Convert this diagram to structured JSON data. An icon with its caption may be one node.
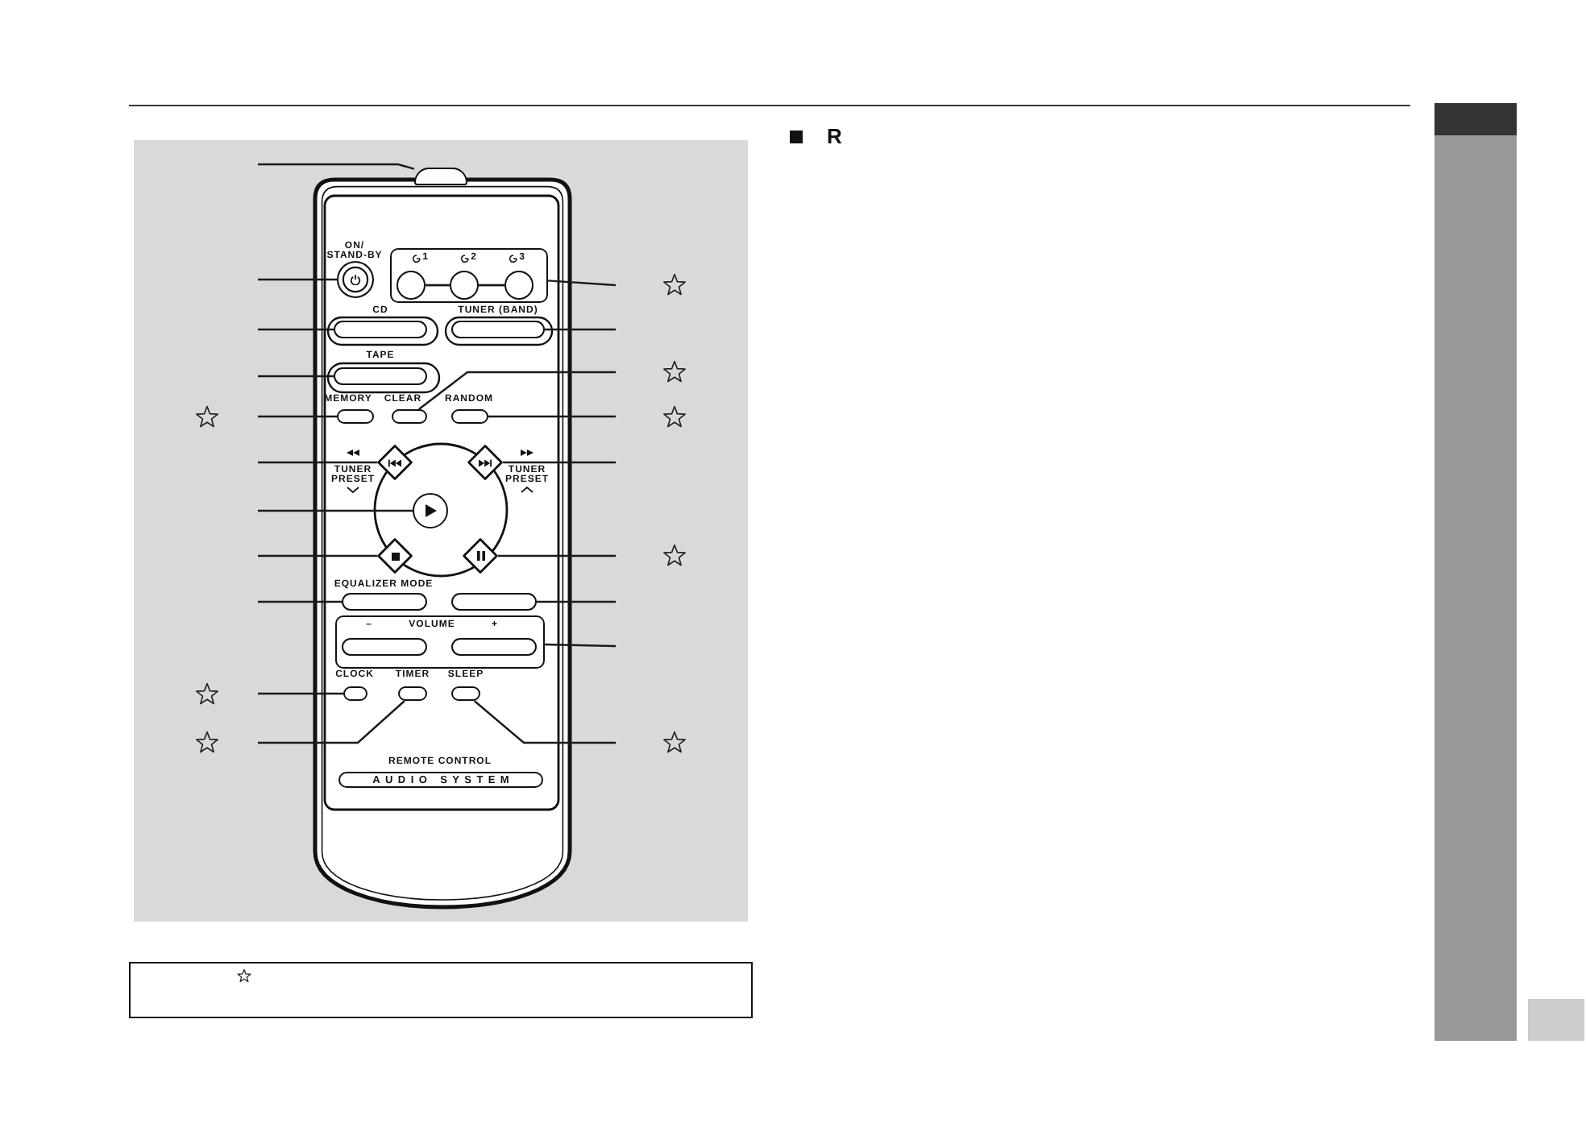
{
  "diagram": {
    "nodes": [
      {
        "text": [],
        "shape": "box"
      },
      {
        "text": [],
        "shape": "circle",
        "beside": [
          "ON/ STAND-BY"
        ]
      },
      {
        "text": [
          "1",
          "2",
          "3"
        ]
      },
      {
        "text": [],
        "shape": "circle",
        "in": 2
      },
      {
        "text": [],
        "shape": "circle",
        "in": 2
      },
      {
        "text": [],
        "shape": "circle",
        "in": 2
      },
      {
        "text": [],
        "shape": "box",
        "beside": [
          "CD"
        ]
      },
      {
        "text": [],
        "shape": "box",
        "beside": [
          "TUNER (BAND)"
        ]
      },
      {
        "text": [],
        "shape": "box",
        "beside": [
          "TAPE"
        ]
      },
      {
        "text": [],
        "shape": "box",
        "beside": [
          "MEMORY"
        ]
      },
      {
        "text": [],
        "shape": "box",
        "beside": [
          "CLEAR"
        ]
      },
      {
        "text": [],
        "shape": "box",
        "beside": [
          "RANDOM"
        ]
      },
      {
        "text": [],
        "shape": "diamond",
        "beside": [
          "TUNER PRESET"
        ]
      },
      {
        "text": [],
        "shape": "diamond",
        "beside": [
          "TUNER PRESET"
        ]
      },
      {
        "text": [],
        "shape": "circle"
      },
      {
        "text": [],
        "shape": "diamond"
      },
      {
        "text": [],
        "shape": "diamond"
      },
      {
        "text": [],
        "shape": "box",
        "beside": [
          "EQUALIZER MODE"
        ]
      },
      {
        "text": [],
        "shape": "box"
      },
      {
        "text": [
          "–",
          "VOLUME",
          "+"
        ]
      },
      {
        "text": [],
        "shape": "box",
        "in": 19
      },
      {
        "text": [],
        "shape": "box",
        "in": 19
      },
      {
        "text": [],
        "shape": "box",
        "beside": [
          "CLOCK"
        ]
      },
      {
        "text": [],
        "shape": "box",
        "beside": [
          "TIMER"
        ]
      },
      {
        "text": [],
        "shape": "box",
        "beside": [
          "SLEEP"
        ]
      },
      {
        "text": [
          "AUDIO SYSTEM"
        ],
        "beside": [
          "REMOTE CONTROL"
        ]
      }
    ],
    "edges": [
      {
        "from": null,
        "to": 0,
        "arrow": "none"
      },
      {
        "from": null,
        "to": 1,
        "arrow": "none"
      },
      {
        "from": null,
        "to": 6,
        "arrow": "none"
      },
      {
        "from": null,
        "to": 8,
        "arrow": "none"
      },
      {
        "from": null,
        "to": 9,
        "arrow": "none"
      },
      {
        "from": null,
        "to": 12,
        "arrow": "none"
      },
      {
        "from": null,
        "to": 14,
        "arrow": "none"
      },
      {
        "from": null,
        "to": 15,
        "arrow": "none"
      },
      {
        "from": null,
        "to": 17,
        "arrow": "none"
      },
      {
        "from": null,
        "to": 22,
        "arrow": "none"
      },
      {
        "from": null,
        "to": 23,
        "arrow": "none"
      },
      {
        "from": null,
        "to": 2,
        "arrow": "none"
      },
      {
        "from": null,
        "to": 7,
        "arrow": "none"
      },
      {
        "from": null,
        "to": 10,
        "arrow": "none"
      },
      {
        "from": null,
        "to": 11,
        "arrow": "none"
      },
      {
        "from": null,
        "to": 13,
        "arrow": "none"
      },
      {
        "from": null,
        "to": 16,
        "arrow": "none"
      },
      {
        "from": null,
        "to": 18,
        "arrow": "none"
      },
      {
        "from": null,
        "to": 19,
        "arrow": "none"
      },
      {
        "from": null,
        "to": 24,
        "arrow": "none"
      },
      {
        "from": 3,
        "to": 4,
        "arrow": "none"
      },
      {
        "from": 4,
        "to": 5,
        "arrow": "none"
      }
    ],
    "labels": [
      "R"
    ]
  }
}
